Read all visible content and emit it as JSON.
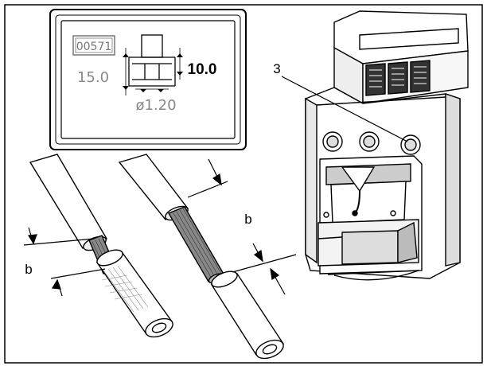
{
  "display": {
    "counter": "00571",
    "strip_length": "15.0",
    "insertion_length": "10.0",
    "diameter": "ø1.20"
  },
  "callouts": {
    "machine_part": "3",
    "dimension_left": "b",
    "dimension_right": "b"
  }
}
